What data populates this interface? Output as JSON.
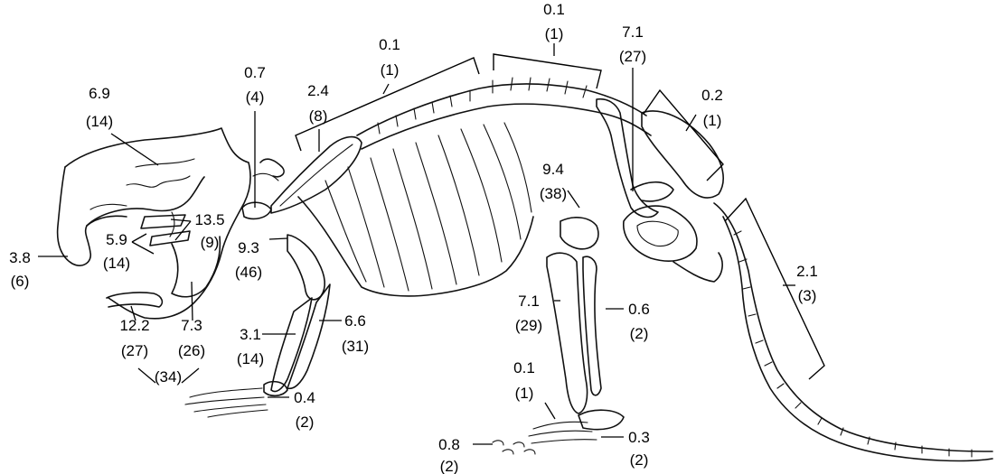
{
  "labels": {
    "skull_braincase": {
      "value": "6.9",
      "count": "(14)"
    },
    "snout_tip": {
      "value": "3.8",
      "count": "(6)"
    },
    "zygomatic": {
      "value": "5.9",
      "count": "(14)"
    },
    "skull_upper": {
      "value": "13.5",
      "count": "(9)"
    },
    "lower_incisor": {
      "value": "12.2",
      "count": "(27)"
    },
    "mandible": {
      "value": "7.3",
      "count": "(26)"
    },
    "jaw_combined": {
      "count": "(34)"
    },
    "atlas": {
      "value": "0.7",
      "count": "(4)"
    },
    "scapula": {
      "value": "2.4",
      "count": "(8)"
    },
    "thoracic_vertebrae": {
      "value": "0.1",
      "count": "(1)"
    },
    "lumbar_vertebrae": {
      "value": "0.1",
      "count": "(1)"
    },
    "pelvis_ilium": {
      "value": "7.1",
      "count": "(27)"
    },
    "sacrum": {
      "value": "0.2",
      "count": "(1)"
    },
    "humerus": {
      "value": "9.3",
      "count": "(46)"
    },
    "femur": {
      "value": "9.4",
      "count": "(38)"
    },
    "caudal_vertebrae": {
      "value": "2.1",
      "count": "(3)"
    },
    "radius": {
      "value": "3.1",
      "count": "(14)"
    },
    "ulna": {
      "value": "6.6",
      "count": "(31)"
    },
    "manus": {
      "value": "0.4",
      "count": "(2)"
    },
    "tibia": {
      "value": "7.1",
      "count": "(29)"
    },
    "fibula": {
      "value": "0.6",
      "count": "(2)"
    },
    "metatarsals": {
      "value": "0.1",
      "count": "(1)"
    },
    "pes_phalanges": {
      "value": "0.8",
      "count": "(2)"
    },
    "calcaneus": {
      "value": "0.3",
      "count": "(2)"
    }
  }
}
